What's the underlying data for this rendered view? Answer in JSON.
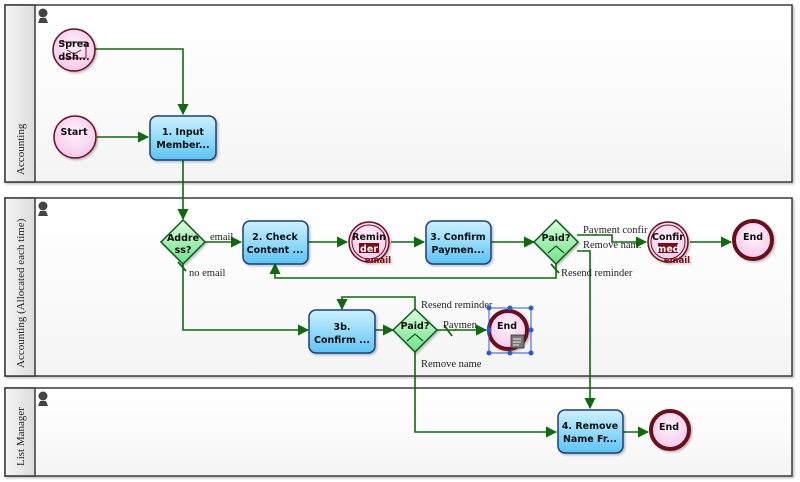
{
  "lanes": [
    {
      "id": "lane-accounting",
      "label": "Accounting"
    },
    {
      "id": "lane-accounting-allocated",
      "label": "Accounting (Allocated each time)"
    },
    {
      "id": "lane-list-manager",
      "label": "List Manager"
    }
  ],
  "nodes": {
    "spreadsheet_start": {
      "line1": "Sprea",
      "line2": "dSh..."
    },
    "start": {
      "line1": "Start"
    },
    "task1": {
      "line1": "1. Input",
      "line2": "Member..."
    },
    "gateway_address": {
      "line1": "Addre",
      "line2": "ss?"
    },
    "task2": {
      "line1": "2. Check",
      "line2": "Content ..."
    },
    "reminder_email": {
      "line1": "Remin",
      "line2": "der",
      "tag": "email"
    },
    "task3": {
      "line1": "3. Confirm",
      "line2": "Paymen..."
    },
    "gateway_paid1": {
      "line1": "Paid?"
    },
    "confirmed_email": {
      "line1": "Confir",
      "line2": "med",
      "tag": "email"
    },
    "end1": {
      "line1": "End"
    },
    "task3b": {
      "line1": "3b.",
      "line2": "Confirm ..."
    },
    "gateway_paid2": {
      "line1": "Paid?"
    },
    "end2": {
      "line1": "End"
    },
    "task4": {
      "line1": "4. Remove",
      "line2": "Name Fr..."
    },
    "end3": {
      "line1": "End"
    }
  },
  "edge_labels": {
    "email": "email",
    "no_email": "no email",
    "payment_confirmed": "Payment confir",
    "remove_name_1": "Remove nam.",
    "resend_reminder_1": "Resend reminder",
    "resend_reminder_2": "Resend reminder",
    "payment_2": "Paymen",
    "remove_name_2": "Remove name"
  },
  "colors": {
    "flow": "#0d6b0d",
    "task_border": "#1a3f7a",
    "event_border": "#6b0f1a",
    "selection": "#2a5bd7"
  }
}
